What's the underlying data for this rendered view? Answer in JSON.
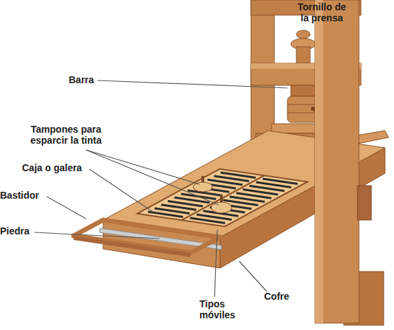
{
  "diagram": {
    "labels": [
      "Tornillo de la prensa",
      "Barra",
      "Tampones para esparcir la tinta",
      "Caja o galera",
      "Bastidor",
      "Piedra",
      "Tipos móviles",
      "Cofre"
    ]
  }
}
